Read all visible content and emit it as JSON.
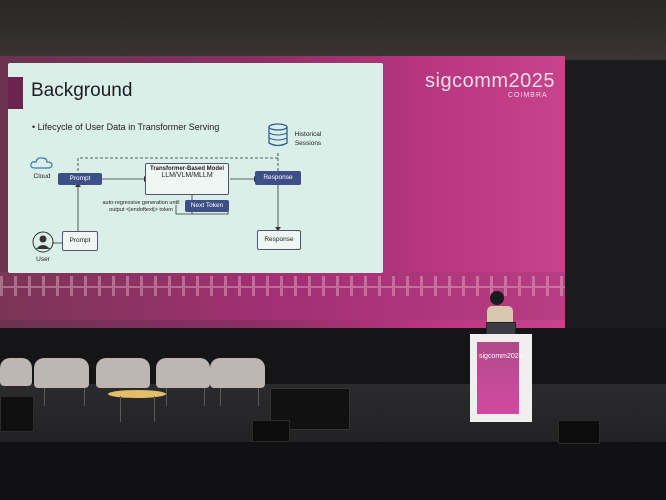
{
  "slide": {
    "title": "Background",
    "bullet": "Lifecycle of User Data in Transformer Serving",
    "cloud_label": "Cloud",
    "user_label": "User",
    "prompt_node": "Prompt",
    "prompt_box": "Prompt",
    "model_title": "Transformer-Based Model",
    "model_sub": "LLM/VLM/MLLM",
    "next_token": "Next Token",
    "response_node": "Response",
    "response_box": "Response",
    "historical": "Historical Sessions",
    "autoregressive": "auto-regressive generation until output <|endoftext|> token"
  },
  "branding": {
    "logo": "sigcomm2025",
    "subtitle": "COIMBRA",
    "podium_logo": "sigcomm2025"
  },
  "colors": {
    "screen_pink": "#b8357f",
    "slide_bg": "#d9efe8",
    "node_blue": "#3d4f86",
    "slide_accent": "#6d2350"
  }
}
